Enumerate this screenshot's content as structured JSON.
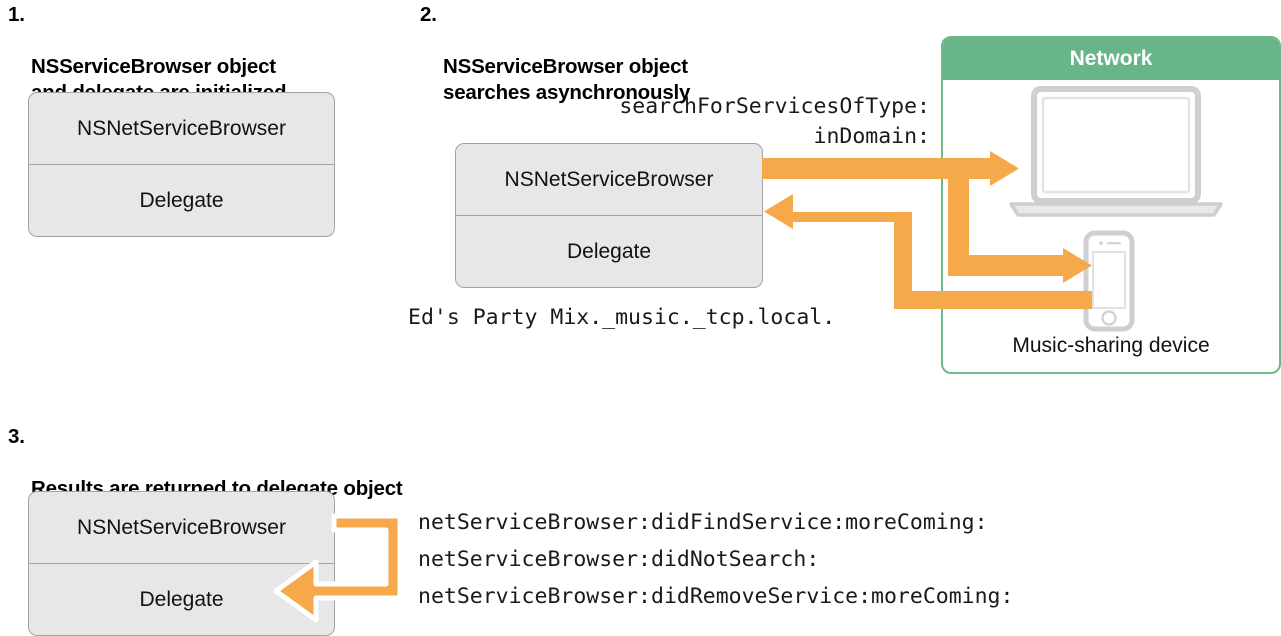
{
  "colors": {
    "arrow_orange": "#f5a94b",
    "network_green": "#68b589",
    "box_fill": "#e7e7e7",
    "box_border": "#a3a3a3",
    "device_gray": "#cccccc",
    "text": "#111111"
  },
  "steps": [
    {
      "number": "1.",
      "heading": "NSServiceBrowser object\nand delegate are initialized",
      "box": {
        "top_label": "NSNetServiceBrowser",
        "bottom_label": "Delegate"
      }
    },
    {
      "number": "2.",
      "heading": "NSServiceBrowser object\nsearches asynchronously",
      "box": {
        "top_label": "NSNetServiceBrowser",
        "bottom_label": "Delegate"
      },
      "request_call": "searchForServicesOfType:\ninDomain:",
      "response_value": "Ed's Party Mix._music._tcp.local."
    },
    {
      "number": "3.",
      "heading": "Results are returned to delegate object",
      "box": {
        "top_label": "NSNetServiceBrowser",
        "bottom_label": "Delegate"
      },
      "callbacks": [
        "netServiceBrowser:didFindService:moreComing:",
        "netServiceBrowser:didNotSearch:",
        "netServiceBrowser:didRemoveService:moreComing:"
      ]
    }
  ],
  "network": {
    "title": "Network",
    "caption": "Music-sharing device",
    "devices": [
      {
        "name": "laptop-icon"
      },
      {
        "name": "phone-icon"
      }
    ]
  }
}
